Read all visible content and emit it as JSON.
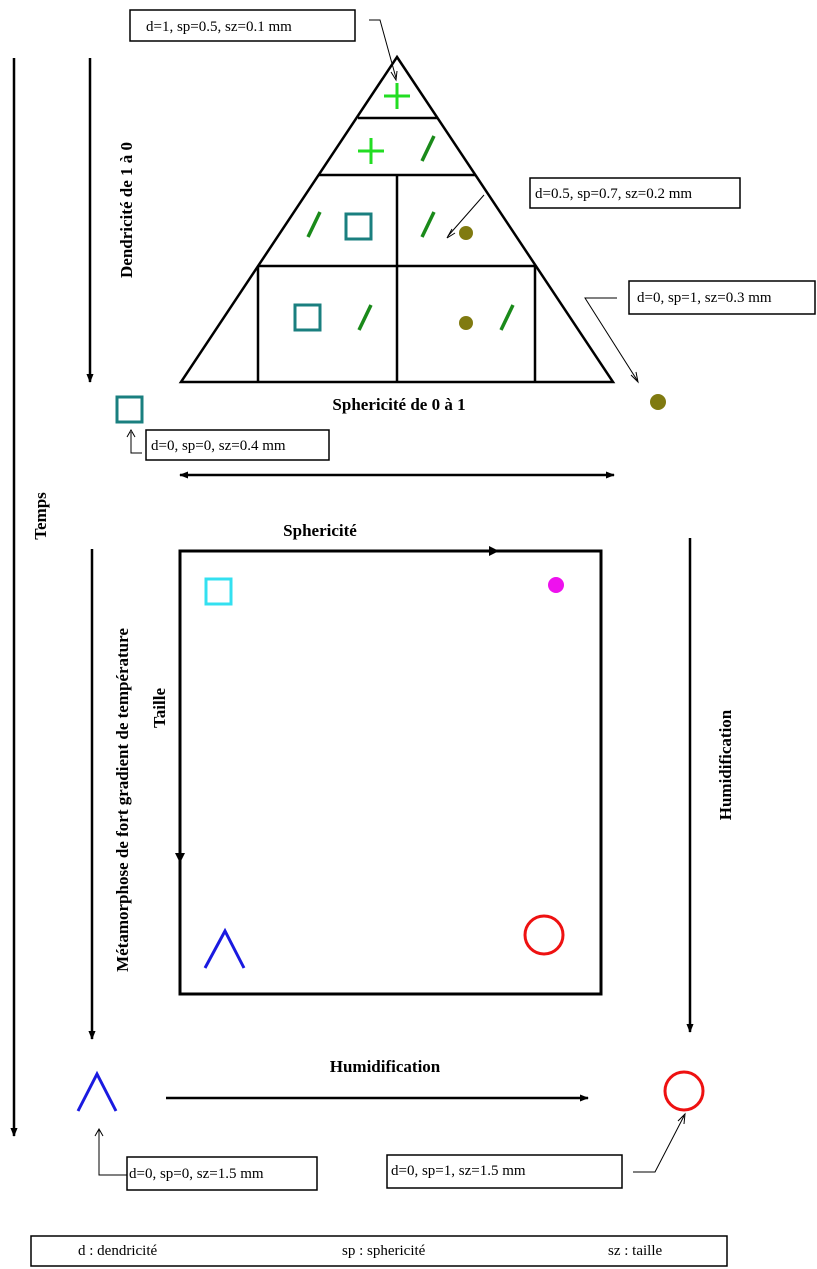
{
  "labels": {
    "time": "Temps",
    "dendricity_axis": "Dendricité de 1 à 0",
    "sphericity_axis": "Sphericité de 0 à 1",
    "sphericity_top": "Sphericité",
    "size": "Taille",
    "metamorphosis": "Métamorphose de fort gradient de température",
    "humidification_right": "Humidification",
    "humidification_bottom": "Humidification"
  },
  "callouts": {
    "top": "d=1, sp=0.5, sz=0.1 mm",
    "mid": "d=0.5, sp=0.7, sz=0.2 mm",
    "right": "d=0, sp=1, sz=0.3 mm",
    "left": "d=0, sp=0, sz=0.4 mm",
    "bottom_left": "d=0, sp=0, sz=1.5 mm",
    "bottom_right": "d=0, sp=1, sz=1.5 mm"
  },
  "legend": {
    "d": "d : dendricité",
    "sp": "sp : sphericité",
    "sz": "sz : taille"
  },
  "colors": {
    "bright_green": "#22dd22",
    "dark_green": "#1a8a1a",
    "teal": "#1a7f7f",
    "olive": "#807a10",
    "cyan": "#33e0f0",
    "magenta": "#ee11ee",
    "blue": "#1a1ae0",
    "red": "#ee1111"
  },
  "icons": {
    "plus": "plus-crystal-icon",
    "slash": "slash-crystal-icon",
    "square": "square-crystal-icon",
    "dot": "round-grain-icon",
    "cup": "depth-hoar-icon",
    "circle": "melt-grain-icon"
  }
}
